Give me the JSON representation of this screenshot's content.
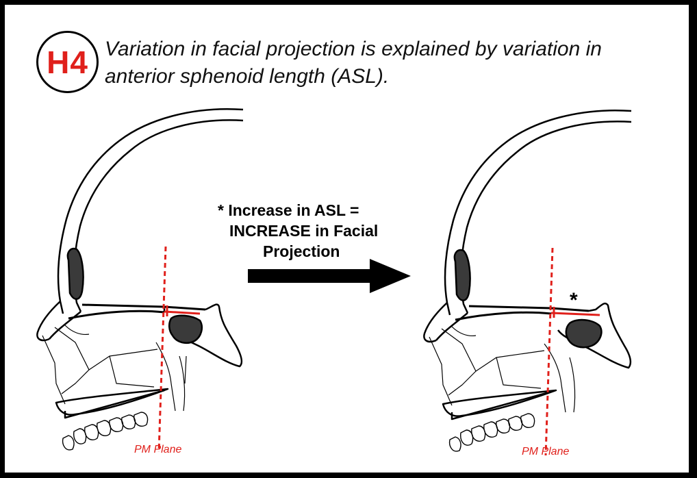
{
  "badge": {
    "label": "H4",
    "color": "#e0201b"
  },
  "hypothesis": {
    "line1": "Variation in facial projection is explained by variation in",
    "line2": "anterior sphenoid length (ASL)."
  },
  "arrow_text": {
    "line1": "* Increase in ASL =",
    "line2": "INCREASE in Facial",
    "line3": "Projection"
  },
  "skulls": {
    "left": {
      "plane_label": "PM Plane"
    },
    "right": {
      "plane_label": "PM Plane",
      "marker": "*"
    }
  },
  "colors": {
    "accent": "#e0201b",
    "ink": "#000000",
    "fill_dark": "#3a3a3a"
  }
}
